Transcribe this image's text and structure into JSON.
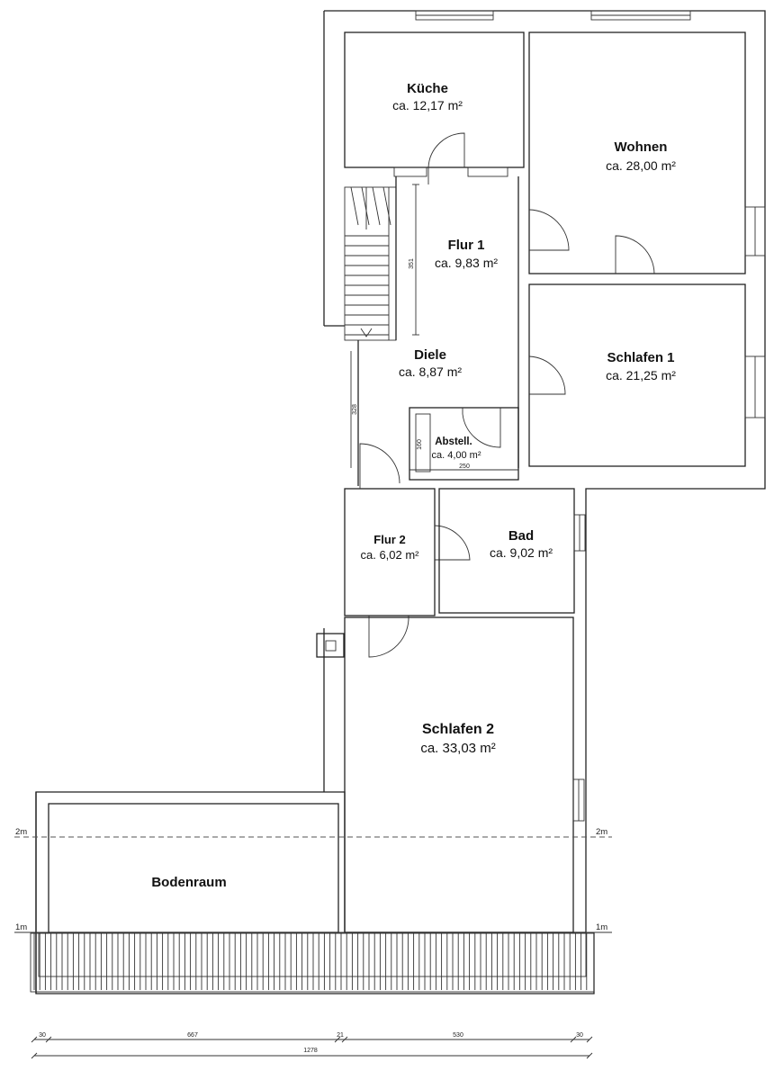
{
  "rooms": {
    "kueche": {
      "name": "Küche",
      "area": "ca. 12,17 m²"
    },
    "wohnen": {
      "name": "Wohnen",
      "area": "ca. 28,00 m²"
    },
    "flur1": {
      "name": "Flur 1",
      "area": "ca. 9,83 m²"
    },
    "diele": {
      "name": "Diele",
      "area": "ca. 8,87 m²"
    },
    "schlafen1": {
      "name": "Schlafen 1",
      "area": "ca. 21,25 m²"
    },
    "abstell": {
      "name": "Abstell.",
      "area": "ca. 4,00 m²"
    },
    "flur2": {
      "name": "Flur 2",
      "area": "ca. 6,02 m²"
    },
    "bad": {
      "name": "Bad",
      "area": "ca. 9,02 m²"
    },
    "schlafen2": {
      "name": "Schlafen 2",
      "area": "ca. 33,03 m²"
    },
    "bodenraum": {
      "name": "Bodenraum"
    }
  },
  "interior_dims": {
    "flur_height": "351",
    "diele_height": "328",
    "abstell_height": "160",
    "abstell_width": "250"
  },
  "levels": {
    "upper": "2m",
    "lower": "1m"
  },
  "dimensions": {
    "segments": [
      "30",
      "667",
      "21",
      "530",
      "30"
    ],
    "total": "1278"
  }
}
